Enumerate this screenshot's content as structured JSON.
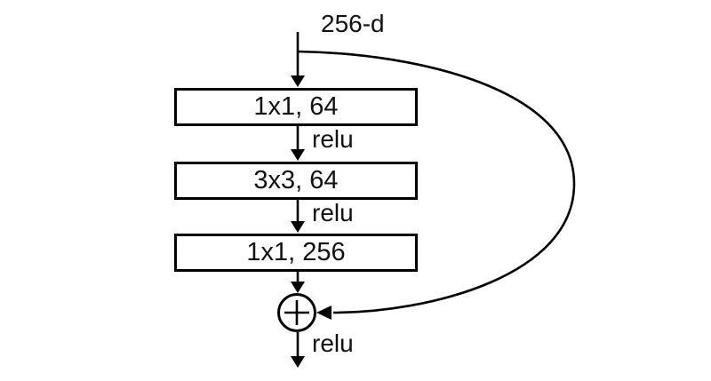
{
  "diagram": {
    "title_semantic": "resnet-bottleneck-block",
    "input_label": "256-d",
    "layers": [
      {
        "label": "1x1, 64"
      },
      {
        "label": "3x3, 64"
      },
      {
        "label": "1x1, 256"
      }
    ],
    "activations": {
      "after_conv1": "relu",
      "after_conv2": "relu",
      "after_addition": "relu"
    },
    "operator": "+",
    "colors": {
      "line": "#000000",
      "background": "#ffffff",
      "text": "#111111"
    }
  }
}
